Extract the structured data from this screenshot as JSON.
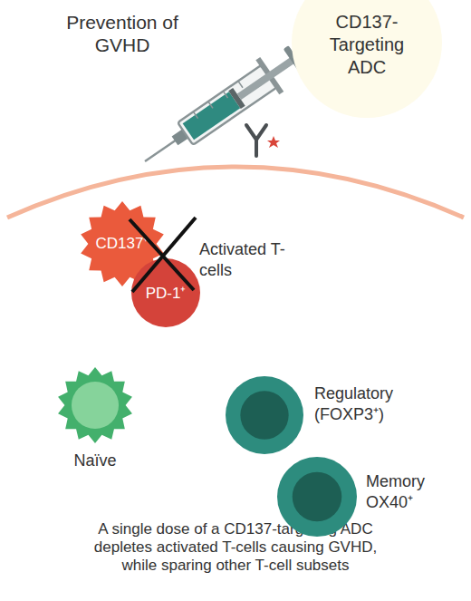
{
  "diagram": {
    "title": "Prevention of GVHD",
    "caption": "A single dose of a CD137-targeting ADC depletes activated T-cells causing GVHD, while sparing other T-cell subsets",
    "nodes": [
      {
        "text": [
          "CD137-Targeting ADC"
        ]
      },
      {
        "text": [
          "CD137⁺"
        ]
      },
      {
        "text": [
          "PD-1⁺"
        ]
      },
      {
        "text": [
          "Naïve"
        ]
      },
      {
        "text": [
          "Regulatory (FOXP3⁺)"
        ]
      },
      {
        "text": [
          "Memory OX40⁺"
        ]
      }
    ],
    "labels": [
      "Activated T-cells"
    ]
  }
}
